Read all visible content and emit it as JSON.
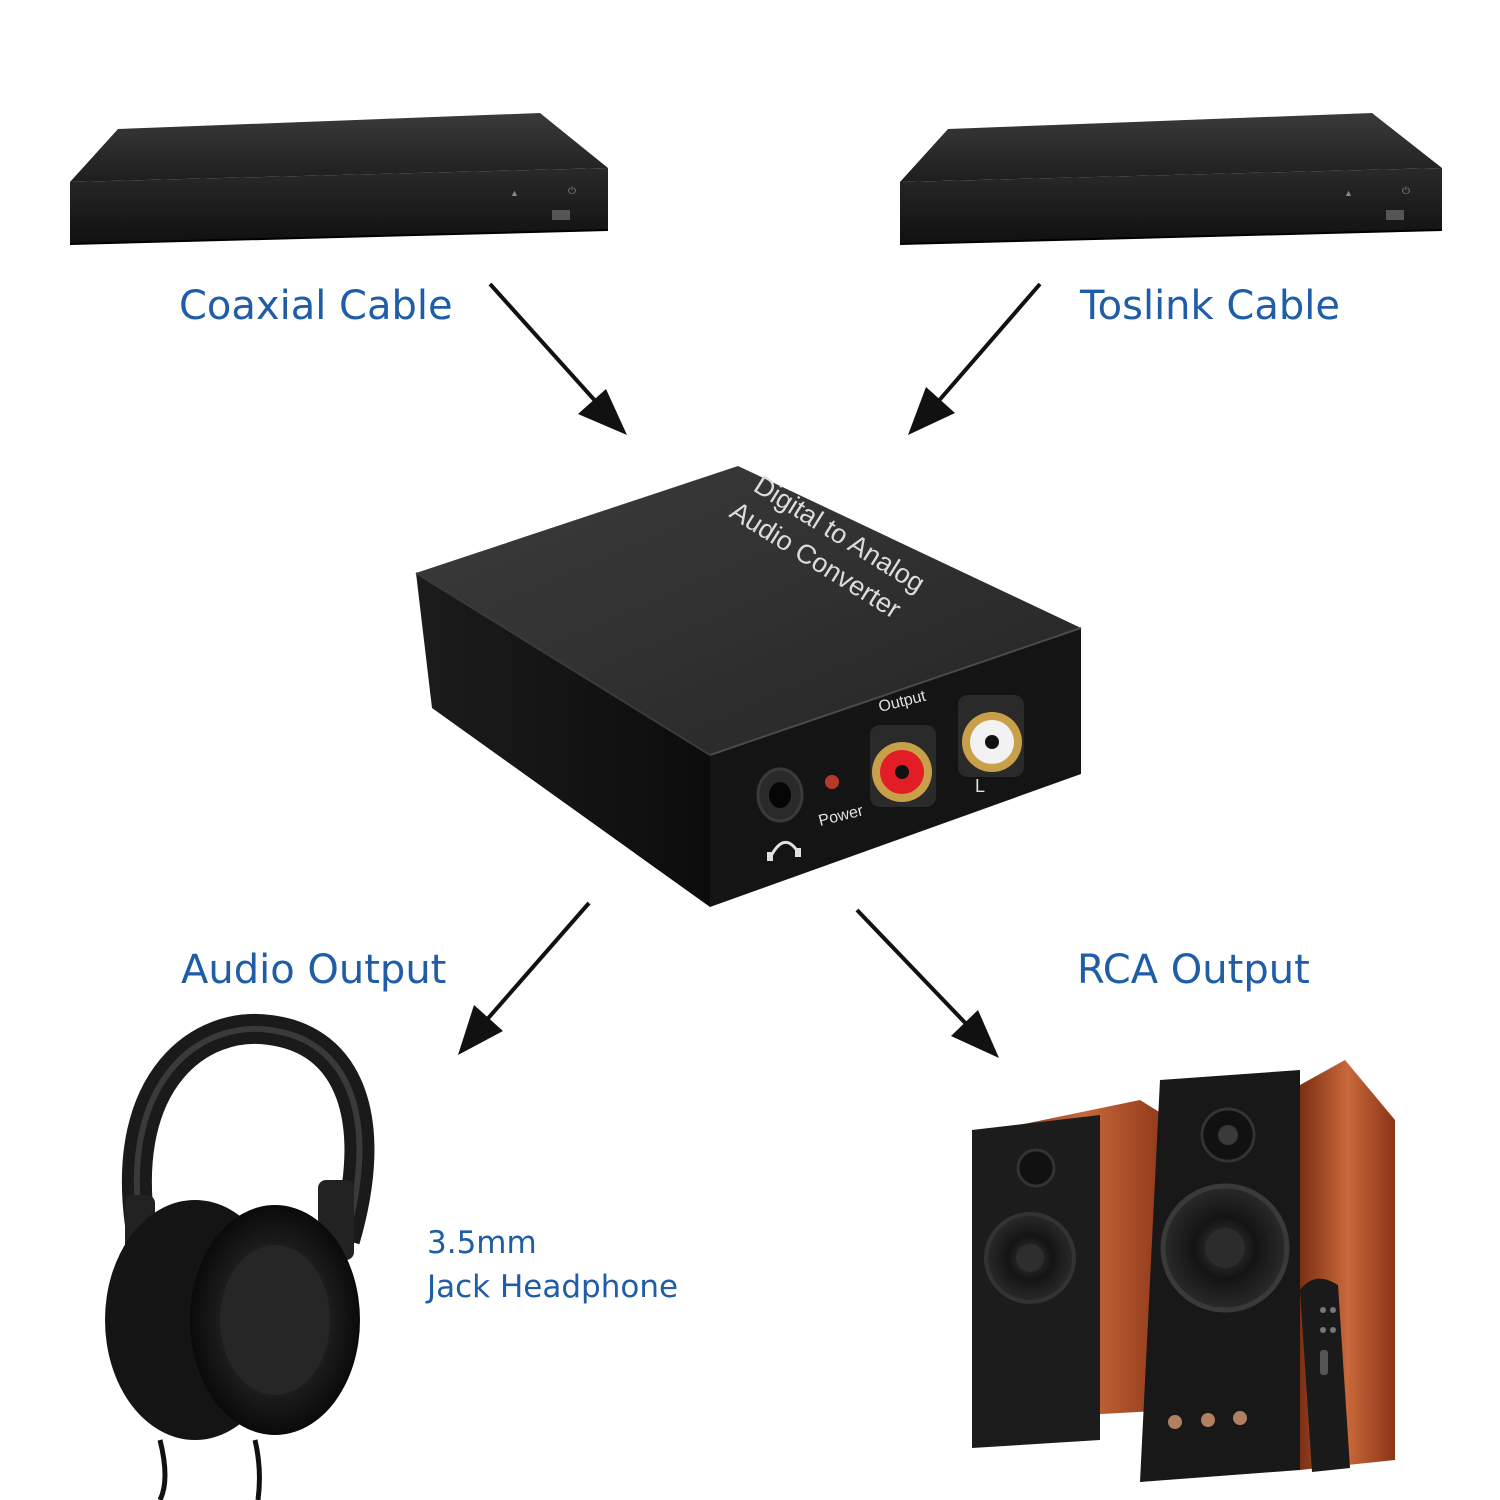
{
  "colors": {
    "label_blue": "#1f5da6",
    "device_body": "#1b1b1b",
    "device_top": "#2b2b2b",
    "arrow": "#111111",
    "rca_red": "#e21d26",
    "rca_white": "#f2f2f2",
    "gold": "#c9a04a",
    "wood": "#b4532a"
  },
  "labels": {
    "coaxial": "Coaxial Cable",
    "toslink": "Toslink Cable",
    "audio_output": "Audio Output",
    "rca_output": "RCA Output",
    "headphone_line1": "3.5mm",
    "headphone_line2": "Jack Headphone"
  },
  "converter": {
    "title_line1": "Digital to Analog",
    "title_line2": "Audio Converter",
    "output_label": "Output",
    "power_label": "Power",
    "left_channel_label": "L"
  },
  "icons": {
    "source_left": "blu-ray-player",
    "source_right": "blu-ray-player",
    "headphones": "headphones",
    "speakers": "bookshelf-speakers",
    "headphone_jack": "headphone-icon"
  }
}
